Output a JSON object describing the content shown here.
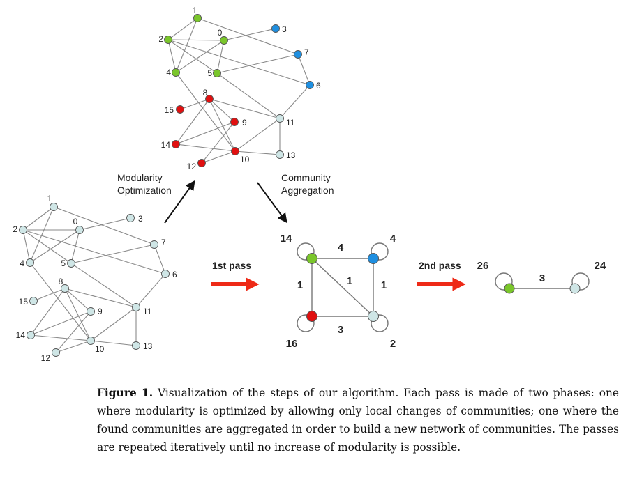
{
  "colors": {
    "green": "#7ac62b",
    "blue": "#1f8fe0",
    "red": "#e01010",
    "light": "#cfe6e6",
    "edge": "#8a8a8a",
    "arrow_black": "#111111",
    "arrow_red": "#ee2a17"
  },
  "graph": {
    "nodes": [
      {
        "id": "0",
        "label": "0",
        "community": "green"
      },
      {
        "id": "1",
        "label": "1",
        "community": "green"
      },
      {
        "id": "2",
        "label": "2",
        "community": "green"
      },
      {
        "id": "3",
        "label": "3",
        "community": "blue"
      },
      {
        "id": "4",
        "label": "4",
        "community": "green"
      },
      {
        "id": "5",
        "label": "5",
        "community": "green"
      },
      {
        "id": "6",
        "label": "6",
        "community": "blue"
      },
      {
        "id": "7",
        "label": "7",
        "community": "blue"
      },
      {
        "id": "8",
        "label": "8",
        "community": "red"
      },
      {
        "id": "9",
        "label": "9",
        "community": "red"
      },
      {
        "id": "10",
        "label": "10",
        "community": "red"
      },
      {
        "id": "11",
        "label": "11",
        "community": "light"
      },
      {
        "id": "12",
        "label": "12",
        "community": "red"
      },
      {
        "id": "13",
        "label": "13",
        "community": "light"
      },
      {
        "id": "14",
        "label": "14",
        "community": "red"
      },
      {
        "id": "15",
        "label": "15",
        "community": "red"
      }
    ],
    "edges": [
      [
        "1",
        "2"
      ],
      [
        "1",
        "4"
      ],
      [
        "1",
        "7"
      ],
      [
        "2",
        "0"
      ],
      [
        "2",
        "4"
      ],
      [
        "2",
        "5"
      ],
      [
        "2",
        "6"
      ],
      [
        "0",
        "4"
      ],
      [
        "0",
        "5"
      ],
      [
        "0",
        "3"
      ],
      [
        "4",
        "10"
      ],
      [
        "5",
        "7"
      ],
      [
        "5",
        "11"
      ],
      [
        "6",
        "7"
      ],
      [
        "6",
        "11"
      ],
      [
        "8",
        "9"
      ],
      [
        "8",
        "10"
      ],
      [
        "8",
        "11"
      ],
      [
        "8",
        "14"
      ],
      [
        "8",
        "15"
      ],
      [
        "9",
        "12"
      ],
      [
        "9",
        "14"
      ],
      [
        "10",
        "11"
      ],
      [
        "10",
        "12"
      ],
      [
        "10",
        "13"
      ],
      [
        "10",
        "14"
      ],
      [
        "11",
        "13"
      ]
    ]
  },
  "phase_labels": {
    "modularity": [
      "Modularity",
      "Optimization"
    ],
    "aggregation": [
      "Community",
      "Aggregation"
    ]
  },
  "pass_labels": {
    "first": "1st pass",
    "second": "2nd pass"
  },
  "aggregated": {
    "nodes": [
      {
        "id": "green",
        "self_loop": "14",
        "community": "green"
      },
      {
        "id": "blue",
        "self_loop": "4",
        "community": "blue"
      },
      {
        "id": "red",
        "self_loop": "16",
        "community": "red"
      },
      {
        "id": "light",
        "self_loop": "2",
        "community": "light"
      }
    ],
    "edges": [
      {
        "from": "green",
        "to": "blue",
        "weight": "4"
      },
      {
        "from": "green",
        "to": "red",
        "weight": "1"
      },
      {
        "from": "green",
        "to": "light",
        "weight": "1"
      },
      {
        "from": "blue",
        "to": "light",
        "weight": "1"
      },
      {
        "from": "red",
        "to": "light",
        "weight": "3"
      }
    ]
  },
  "final": {
    "nodes": [
      {
        "id": "a",
        "self_loop": "26",
        "community": "green"
      },
      {
        "id": "b",
        "self_loop": "24",
        "community": "light"
      }
    ],
    "edge_weight": "3"
  },
  "caption": {
    "label": "Figure 1.",
    "text": "Visualization of the steps of our algorithm. Each pass is made of two phases: one where modularity is optimized by allowing only local changes of communities; one where the found communities are aggregated in order to build a new network of communities. The passes are repeated iteratively until no increase of modularity is possible."
  }
}
